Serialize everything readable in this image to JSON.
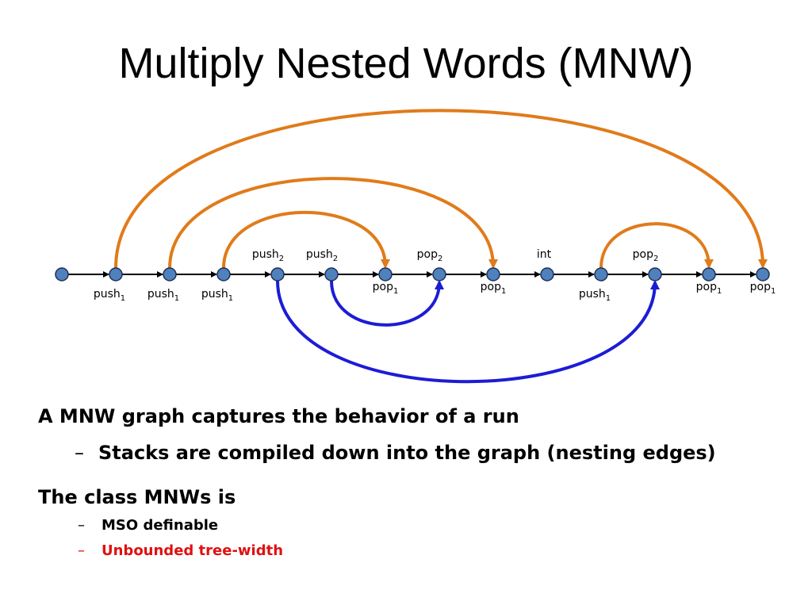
{
  "title": "Multiply Nested Words (MNW)",
  "colors": {
    "stack1": "#e07b1a",
    "stack2": "#1c1cd6",
    "node_fill": "#4f81bd",
    "node_stroke": "#1f2f55",
    "highlight": "#e01010"
  },
  "nodes": [
    {
      "id": 0,
      "above": "",
      "below": ""
    },
    {
      "id": 1,
      "above": "",
      "below": "push",
      "below_sub": "1"
    },
    {
      "id": 2,
      "above": "",
      "below": "push",
      "below_sub": "1"
    },
    {
      "id": 3,
      "above": "",
      "below": "push",
      "below_sub": "1"
    },
    {
      "id": 4,
      "above": "push",
      "above_sub": "2",
      "below": ""
    },
    {
      "id": 5,
      "above": "push",
      "above_sub": "2",
      "below": ""
    },
    {
      "id": 6,
      "above": "",
      "below": "pop",
      "below_sub": "1"
    },
    {
      "id": 7,
      "above": "pop",
      "above_sub": "2",
      "below": ""
    },
    {
      "id": 8,
      "above": "",
      "below": "pop",
      "below_sub": "1"
    },
    {
      "id": 9,
      "above": "int",
      "below": ""
    },
    {
      "id": 10,
      "above": "",
      "below": "push",
      "below_sub": "1"
    },
    {
      "id": 11,
      "above": "pop",
      "above_sub": "2",
      "below": ""
    },
    {
      "id": 12,
      "above": "",
      "below": "pop",
      "below_sub": "1"
    },
    {
      "id": 13,
      "above": "",
      "below": "pop",
      "below_sub": "1"
    }
  ],
  "nesting_edges": [
    {
      "stack": 1,
      "from": 3,
      "to": 6
    },
    {
      "stack": 1,
      "from": 2,
      "to": 8
    },
    {
      "stack": 1,
      "from": 1,
      "to": 13
    },
    {
      "stack": 1,
      "from": 10,
      "to": 12
    },
    {
      "stack": 2,
      "from": 5,
      "to": 7
    },
    {
      "stack": 2,
      "from": 4,
      "to": 11
    }
  ],
  "bullets": {
    "b1": "A MNW graph captures the behavior of a run",
    "b1_dash": "–",
    "b1_sub": "Stacks are compiled down into the graph (nesting edges)",
    "b2": "The class MNWs is",
    "b2_sub1_dash": "–",
    "b2_sub1": "MSO definable",
    "b2_sub2_dash": "–",
    "b2_sub2": "Unbounded tree-width"
  }
}
